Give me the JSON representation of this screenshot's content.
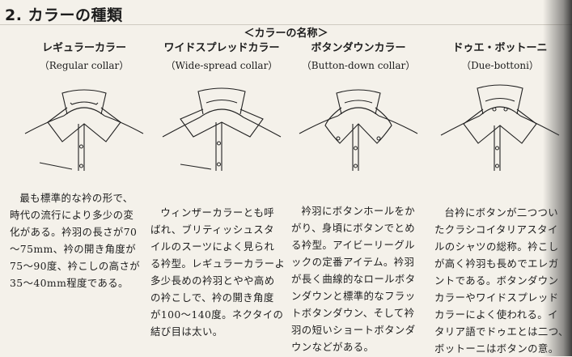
{
  "title": "2. カラーの種類",
  "caption": "＜カラーの名称＞",
  "columns": [
    {
      "name": "レギュラーカラー",
      "english": "（Regular collar）",
      "lines": [
        "最も標準的な衿の形で、",
        "時代の流行により多少の変",
        "化がある。衿羽の長さが70",
        "～75mm、衿の開き角度が",
        "75～90度、衿こしの高さが",
        "35～40mm程度である。"
      ]
    },
    {
      "name": "ワイドスプレッドカラー",
      "english": "（Wide-spread collar）",
      "lines": [
        "ウィンザーカラーとも呼",
        "ばれ、ブリティッシュスタ",
        "イルのスーツによく見られ",
        "る衿型。レギュラーカラーより",
        "多少長めの衿羽とやや高め",
        "の衿こしで、衿の開き角度",
        "が100～140度。ネクタイの",
        "結び目は太い。"
      ]
    },
    {
      "name": "ボタンダウンカラー",
      "english": "（Button-down collar）",
      "lines": [
        "衿羽にボタンホールをか",
        "がり、身頃にボタンでとめ",
        "る衿型。アイビーリーグル",
        "ックの定番アイテム。衿羽",
        "が長く曲線的なロールボタ",
        "ンダウンと標準的なフラッ",
        "トボタンダウン、そして衿",
        "羽の短いショートボタンダ",
        "ウンなどがある。"
      ]
    },
    {
      "name": "ドゥエ・ボットーニ",
      "english": "（Due-bottoni）",
      "lines": [
        "台衿にボタンが二つつい",
        "たクラシコイタリアスタイ",
        "ルのシャツの総称。衿こし",
        "が高く衿羽も長めでエレガ",
        "ントである。ボタンダウン",
        "カラーやワイドスプレッド",
        "カラーによく使われる。イ",
        "タリア語でドゥエとは二つ、",
        "ボットーニはボタンの意。"
      ]
    }
  ]
}
